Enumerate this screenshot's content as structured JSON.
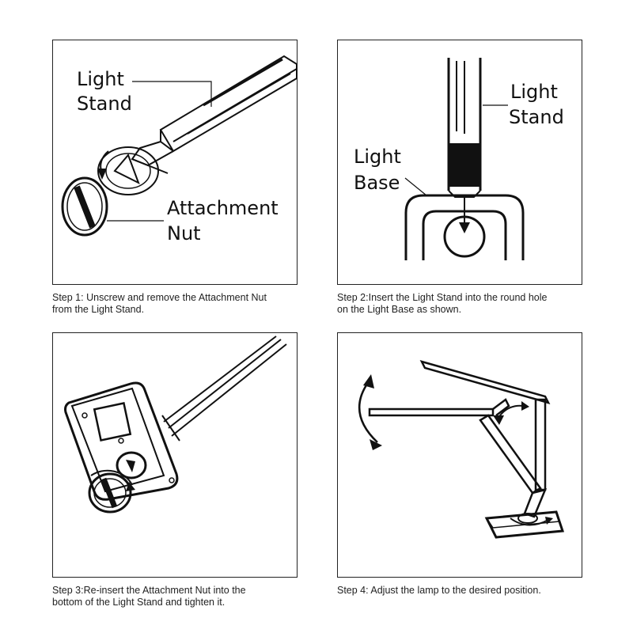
{
  "steps": [
    {
      "caption": "Step 1: Unscrew and remove the Attachment Nut\nfrom the Light Stand.",
      "labels": {
        "stand_line1": "Light",
        "stand_line2": "Stand",
        "nut_line1": "Attachment",
        "nut_line2": "Nut"
      }
    },
    {
      "caption": "Step 2:Insert the Light Stand into the round hole\non the Light Base as shown.",
      "labels": {
        "stand_line1": "Light",
        "stand_line2": "Stand",
        "base_line1": "Light",
        "base_line2": "Base"
      }
    },
    {
      "caption": "Step 3:Re-insert the Attachment Nut into the\nbottom of the Light Stand and tighten it."
    },
    {
      "caption": "Step 4: Adjust the lamp to the desired position."
    }
  ]
}
